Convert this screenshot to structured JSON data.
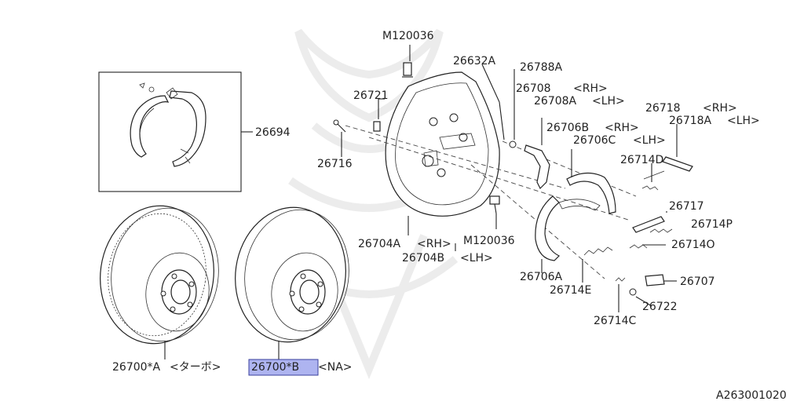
{
  "diagram": {
    "labels": {
      "m120036_top": "M120036",
      "p26632a": "26632A",
      "p26788a": "26788A",
      "p26708": "26708",
      "p26708_rh": "<RH>",
      "p26708a": "26708A",
      "p26708a_lh": "<LH>",
      "p26721": "26721",
      "p26718": "26718",
      "p26718_rh": "<RH>",
      "p26718a": "26718A",
      "p26718a_lh": "<LH>",
      "p26694": "26694",
      "p26706b": "26706B",
      "p26706b_rh": "<RH>",
      "p26706c": "26706C",
      "p26706c_lh": "<LH>",
      "p26716": "26716",
      "p26714d": "26714D",
      "p26717": "26717",
      "p26714p": "26714P",
      "p26704a": "26704A",
      "p26704a_rh": "<RH>",
      "m120036_mid": "M120036",
      "p26714o": "26714O",
      "p26704b": "26704B",
      "p26704b_lh": "<LH>",
      "p26706a": "26706A",
      "p26707": "26707",
      "p26714e": "26714E",
      "p26722": "26722",
      "p26714c": "26714C",
      "p26700a": "26700*A",
      "p26700a_note": "<ターボ>",
      "p26700b": "26700*B",
      "p26700b_note": "<NA>",
      "ref_code": "A263001020"
    },
    "highlight_color": "#aeb4f0"
  }
}
